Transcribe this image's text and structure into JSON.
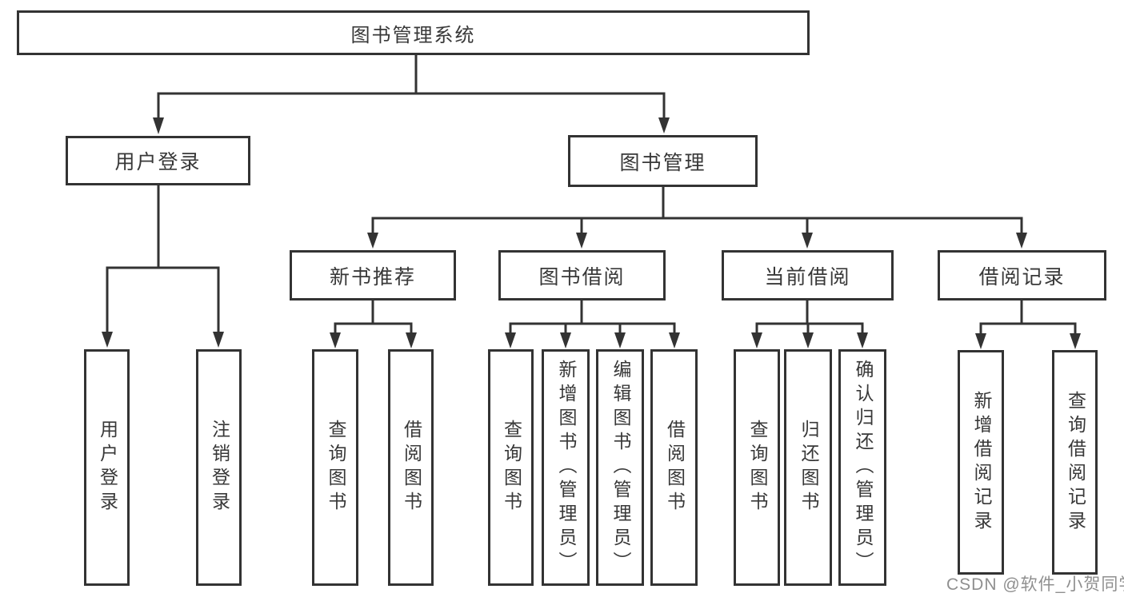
{
  "diagram": {
    "type": "hierarchy-tree",
    "title": "图书管理系统",
    "watermark": "CSDN @软件_小贺同学",
    "colors": {
      "line": "#333333",
      "box_border": "#333333",
      "box_fill": "#ffffff",
      "text": "#383838",
      "watermark_text": "#8f8f8f",
      "background": "#ffffff"
    },
    "tree": {
      "root": "图书管理系统",
      "level2": [
        "用户登录",
        "图书管理"
      ],
      "level3": [
        "新书推荐",
        "图书借阅",
        "当前借阅",
        "借阅记录"
      ],
      "leaves": [
        "用户登录",
        "注销登录",
        "查询图书",
        "借阅图书",
        "查询图书",
        "新增图书（管理员）",
        "编辑图书（管理员）",
        "借阅图书",
        "查询图书",
        "归还图书",
        "确认归还（管理员）",
        "新增借阅记录",
        "查询借阅记录"
      ]
    },
    "structure": {
      "图书管理系统": [
        "用户登录",
        "图书管理"
      ],
      "用户登录": [
        "用户登录",
        "注销登录"
      ],
      "图书管理": [
        "新书推荐",
        "图书借阅",
        "当前借阅",
        "借阅记录"
      ],
      "新书推荐": [
        "查询图书",
        "借阅图书"
      ],
      "图书借阅": [
        "查询图书",
        "新增图书（管理员）",
        "编辑图书（管理员）",
        "借阅图书"
      ],
      "当前借阅": [
        "查询图书",
        "归还图书",
        "确认归还（管理员）"
      ],
      "借阅记录": [
        "新增借阅记录",
        "查询借阅记录"
      ]
    }
  }
}
